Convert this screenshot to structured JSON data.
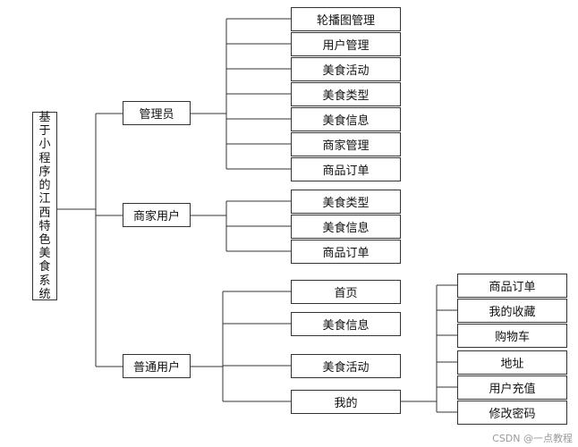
{
  "root": {
    "label": "基于小程序的江西特色美食系统"
  },
  "branches": [
    {
      "id": "admin",
      "label": "管理员",
      "children": [
        "轮播图管理",
        "用户管理",
        "美食活动",
        "美食类型",
        "美食信息",
        "商家管理",
        "商品订单"
      ]
    },
    {
      "id": "merchant",
      "label": "商家用户",
      "children": [
        "美食类型",
        "美食信息",
        "商品订单"
      ]
    },
    {
      "id": "user",
      "label": "普通用户",
      "children": [
        "首页",
        "美食信息",
        "美食活动",
        "我的"
      ]
    }
  ],
  "mine_children": [
    "商品订单",
    "我的收藏",
    "购物车",
    "地址",
    "用户充值",
    "修改密码"
  ],
  "watermark": "CSDN @一点教程",
  "colors": {
    "line": "#333333",
    "border": "#333333",
    "text": "#111111",
    "watermark": "#9a9a9a"
  }
}
